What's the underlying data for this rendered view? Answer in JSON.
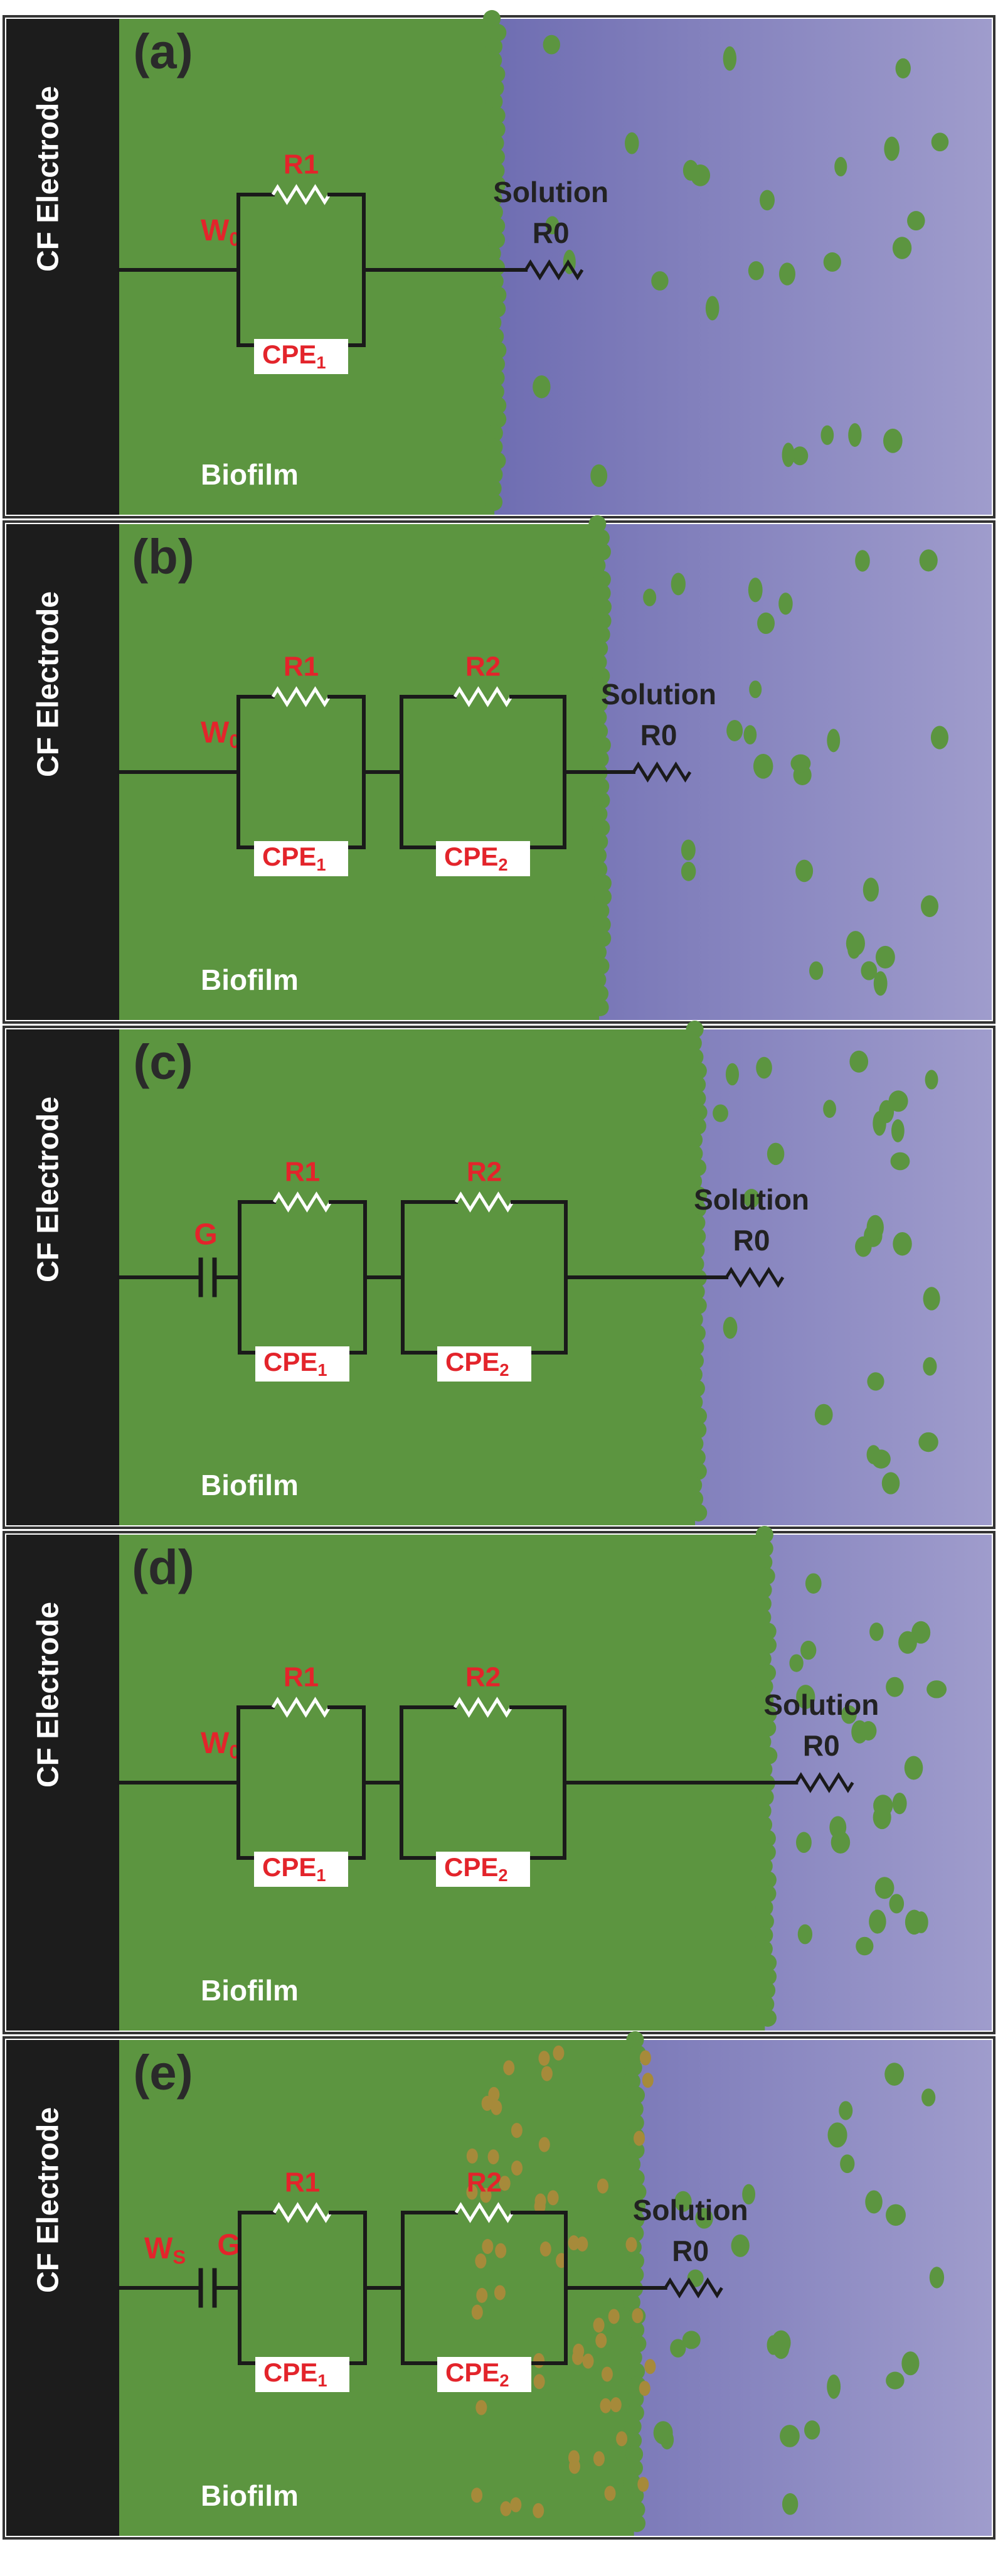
{
  "panels": [
    {
      "id": "a",
      "letter": "(a)",
      "electrode_label": "CF Electrode",
      "biofilm_label": "Biofilm",
      "solution_label": "Solution",
      "r0_label": "R0",
      "series_element": {
        "type": "warburg",
        "label": "W",
        "sub": "0"
      },
      "rc_pairs": [
        {
          "r_label": "R1",
          "cpe_label": "CPE",
          "cpe_sub": "1"
        }
      ],
      "biofilm_extent": 0.43,
      "colony_color": "#5f9a3d"
    },
    {
      "id": "b",
      "letter": "(b)",
      "electrode_label": "CF Electrode",
      "biofilm_label": "Biofilm",
      "solution_label": "Solution",
      "r0_label": "R0",
      "series_element": {
        "type": "warburg",
        "label": "W",
        "sub": "0"
      },
      "rc_pairs": [
        {
          "r_label": "R1",
          "cpe_label": "CPE",
          "cpe_sub": "1"
        },
        {
          "r_label": "R2",
          "cpe_label": "CPE",
          "cpe_sub": "2"
        }
      ],
      "biofilm_extent": 0.55,
      "colony_color": "#5f9a3d"
    },
    {
      "id": "c",
      "letter": "(c)",
      "electrode_label": "CF Electrode",
      "biofilm_label": "Biofilm",
      "solution_label": "Solution",
      "r0_label": "R0",
      "series_element": {
        "type": "capacitor",
        "label": "G"
      },
      "rc_pairs": [
        {
          "r_label": "R1",
          "cpe_label": "CPE",
          "cpe_sub": "1"
        },
        {
          "r_label": "R2",
          "cpe_label": "CPE",
          "cpe_sub": "2"
        }
      ],
      "biofilm_extent": 0.66,
      "colony_color": "#5f9a3d"
    },
    {
      "id": "d",
      "letter": "(d)",
      "electrode_label": "CF Electrode",
      "biofilm_label": "Biofilm",
      "solution_label": "Solution",
      "r0_label": "R0",
      "series_element": {
        "type": "warburg",
        "label": "W",
        "sub": "0"
      },
      "rc_pairs": [
        {
          "r_label": "R1",
          "cpe_label": "CPE",
          "cpe_sub": "1"
        },
        {
          "r_label": "R2",
          "cpe_label": "CPE",
          "cpe_sub": "2"
        }
      ],
      "biofilm_extent": 0.74,
      "colony_color": "#5f9a3d"
    },
    {
      "id": "e",
      "letter": "(e)",
      "electrode_label": "CF Electrode",
      "biofilm_label": "Biofilm",
      "solution_label": "Solution",
      "r0_label": "R0",
      "series_element": {
        "type": "warburg-capacitor",
        "label": "W",
        "sub": "S",
        "label2": "G"
      },
      "rc_pairs": [
        {
          "r_label": "R1",
          "cpe_label": "CPE",
          "cpe_sub": "1"
        },
        {
          "r_label": "R2",
          "cpe_label": "CPE",
          "cpe_sub": "2"
        }
      ],
      "biofilm_extent": 0.59,
      "colony_color": "#a68a3a"
    }
  ],
  "colors": {
    "electrode": "#1c1c1c",
    "biofilm": "#5c9540",
    "solution_dark": "#4a4a9e",
    "solution_light": "#9f9ccc",
    "wire": "#1a1a1a",
    "label_red": "#e3242b",
    "resistor_white": "#ffffff"
  }
}
